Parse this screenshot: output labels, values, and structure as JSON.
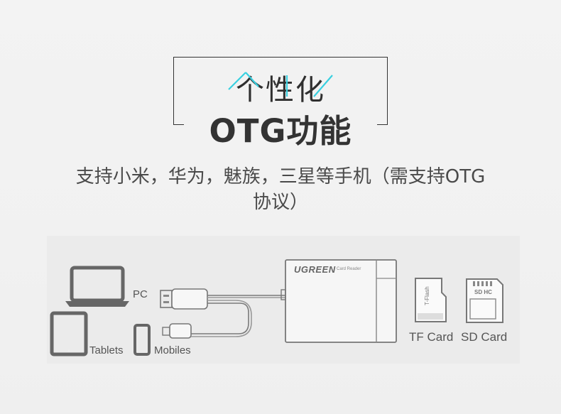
{
  "header": {
    "title_line1": "个性化",
    "title_line2": "OTG功能",
    "accent_color": "#39d0e0"
  },
  "description": {
    "line1": "支持小米，华为，魅族，三星等手机（需支持OTG",
    "line2": "协议）"
  },
  "diagram": {
    "devices": {
      "pc_label": "PC",
      "tablets_label": "Tablets",
      "mobiles_label": "Mobiles"
    },
    "reader": {
      "brand": "UGREEN",
      "model": "Card Reader"
    },
    "cards": {
      "tf_label": "TF Card",
      "tf_chip_text": "T-Flash",
      "sd_label": "SD Card",
      "sd_chip_text": "SD HC"
    }
  }
}
